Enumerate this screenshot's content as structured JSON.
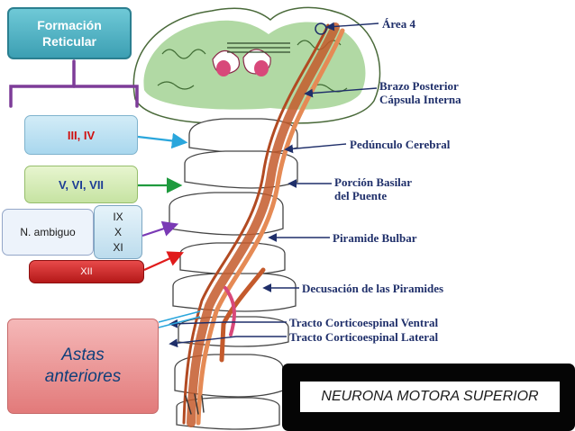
{
  "boxes": {
    "formacion_reticular": [
      "Formación",
      "Reticular"
    ],
    "nuclei_iii_iv": "III, IV",
    "nuclei_v_vi_vii": "V, VI, VII",
    "n_ambiguo": "N. ambiguo",
    "nuclei_ix_x_xi": [
      "IX",
      "X",
      "XI"
    ],
    "nucleus_xii": "XII",
    "astas_anteriores": [
      "Astas",
      "anteriores"
    ]
  },
  "caption": "NEURONA MOTORA SUPERIOR",
  "labels": {
    "area_4": "Área 4",
    "brazo_posterior": [
      "Brazo Posterior",
      "Cápsula Interna"
    ],
    "pedunculo": "Pedúnculo Cerebral",
    "porcion_basilar": [
      "Porción Basilar",
      "del Puente"
    ],
    "piramide_bulbar": "Piramide Bulbar",
    "decusacion": "Decusación de las Piramides",
    "tracto_ventral": "Tracto Corticoespinal Ventral",
    "tracto_lateral": "Tracto Corticoespinal Lateral"
  },
  "colors": {
    "tract": "#c45a2c",
    "tract_light": "#e58a55",
    "cortex_green": "#a9d59a",
    "label_blue": "#1f2f6a",
    "arrow_blue": "#2aa6dc",
    "arrow_green": "#1f9a3e",
    "arrow_purple": "#7a3ab5",
    "arrow_red": "#e01b1b",
    "bracket_purple": "#7d3c98"
  }
}
